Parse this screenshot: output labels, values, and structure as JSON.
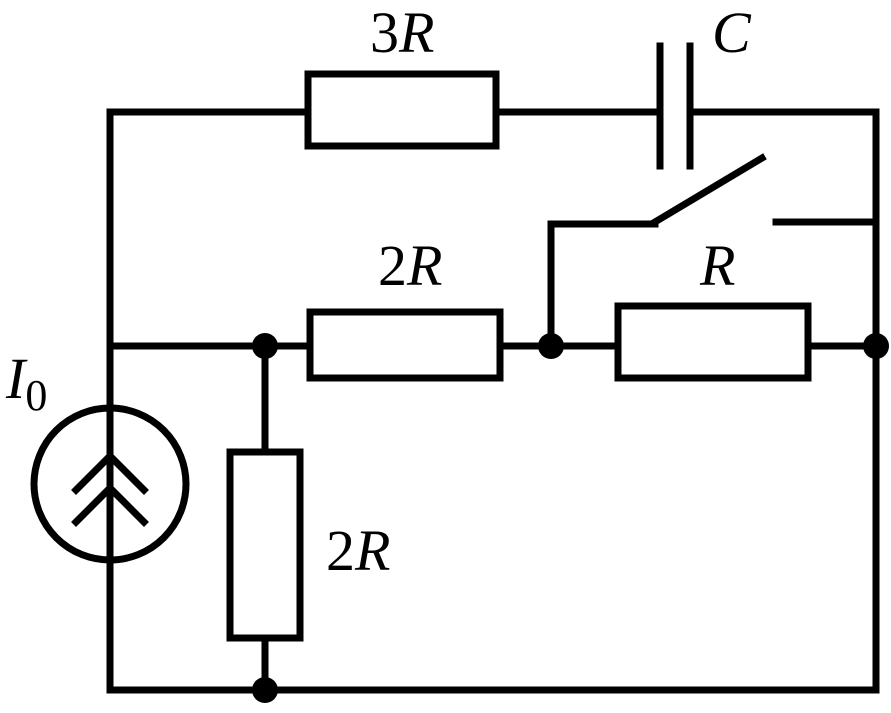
{
  "circuit": {
    "source": {
      "symbol": "I",
      "subscript": "0"
    },
    "top_resistor": {
      "coef": "3",
      "var": "R"
    },
    "capacitor": {
      "var": "C"
    },
    "middle_resistor": {
      "coef": "2",
      "var": "R"
    },
    "right_resistor": {
      "var": "R"
    },
    "vertical_resistor": {
      "coef": "2",
      "var": "R"
    }
  }
}
